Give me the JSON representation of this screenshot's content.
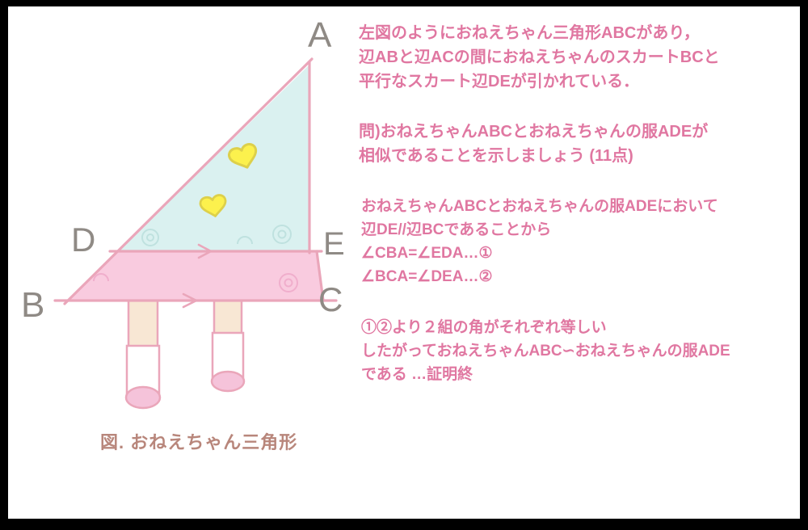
{
  "colors": {
    "background": "#000000",
    "canvas": "#ffffff",
    "outline_rose": "#eaa6ba",
    "shirt_fill": "#daf1f0",
    "skirt_fill": "#f9cbdf",
    "heart_fill": "#fcf14d",
    "heart_stroke": "#ddd04a",
    "skin": "#f8e7d4",
    "sock": "#ffffff",
    "shoe": "#f5c3da",
    "vertex_label": "#8f8a85",
    "caption": "#b8867b",
    "body_text": "#e077a1"
  },
  "figure": {
    "vertex_a": "A",
    "vertex_b": "B",
    "vertex_c": "C",
    "vertex_d": "D",
    "vertex_e": "E",
    "caption": "図. おねえちゃん三角形"
  },
  "text": {
    "intro_line1": "左図のようにおねえちゃん三角形ABCがあり，",
    "intro_line2": "辺ABと辺ACの間におねえちゃんのスカートBCと",
    "intro_line3": "平行なスカート辺DEが引かれている．",
    "question_line1": "問)おねえちゃんABCとおねえちゃんの服ADEが",
    "question_line2": "相似であることを示しましょう (11点)",
    "proof_line1": "おねえちゃんABCとおねえちゃんの服ADEにおいて",
    "proof_line2": "辺DE//辺BCであることから",
    "proof_line3": "∠CBA=∠EDA…①",
    "proof_line4": "∠BCA=∠DEA…②",
    "conclusion_line1": "①②より２組の角がそれぞれ等しい",
    "conclusion_line2": "したがっておねえちゃんABC∽おねえちゃんの服ADE",
    "conclusion_line3": "である …証明終"
  }
}
